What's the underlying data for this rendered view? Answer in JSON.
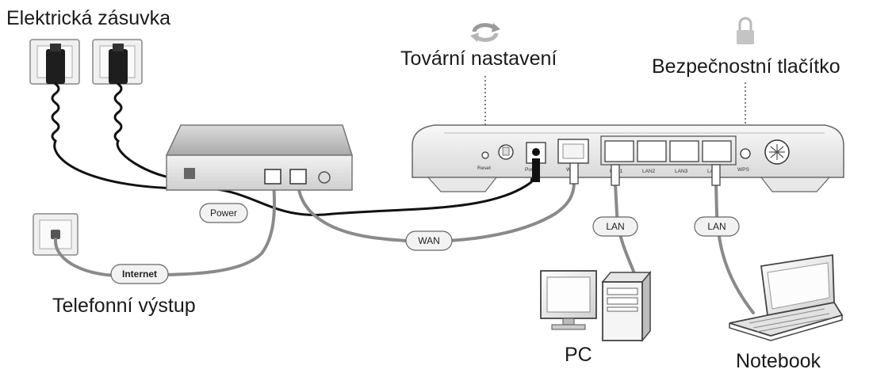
{
  "labels": {
    "power_socket": "Elektrická zásuvka",
    "factory_reset": "Tovární nastavení",
    "security_button": "Bezpečnostní tlačítko",
    "phone_outlet": "Telefonní výstup",
    "pc": "PC",
    "notebook": "Notebook"
  },
  "cable_tags": {
    "power": "Power",
    "wan": "WAN",
    "internet": "Internet",
    "lan_pc": "LAN",
    "lan_notebook": "LAN"
  },
  "router_ports": {
    "reset": "Reset",
    "power": "Power",
    "wan": "WAN",
    "lan1": "LAN1",
    "lan2": "LAN2",
    "lan3": "LAN3",
    "lan4": "LAN4",
    "wps": "WPS"
  },
  "icons": {
    "factory_reset": "refresh-icon",
    "security_button": "padlock-icon"
  }
}
